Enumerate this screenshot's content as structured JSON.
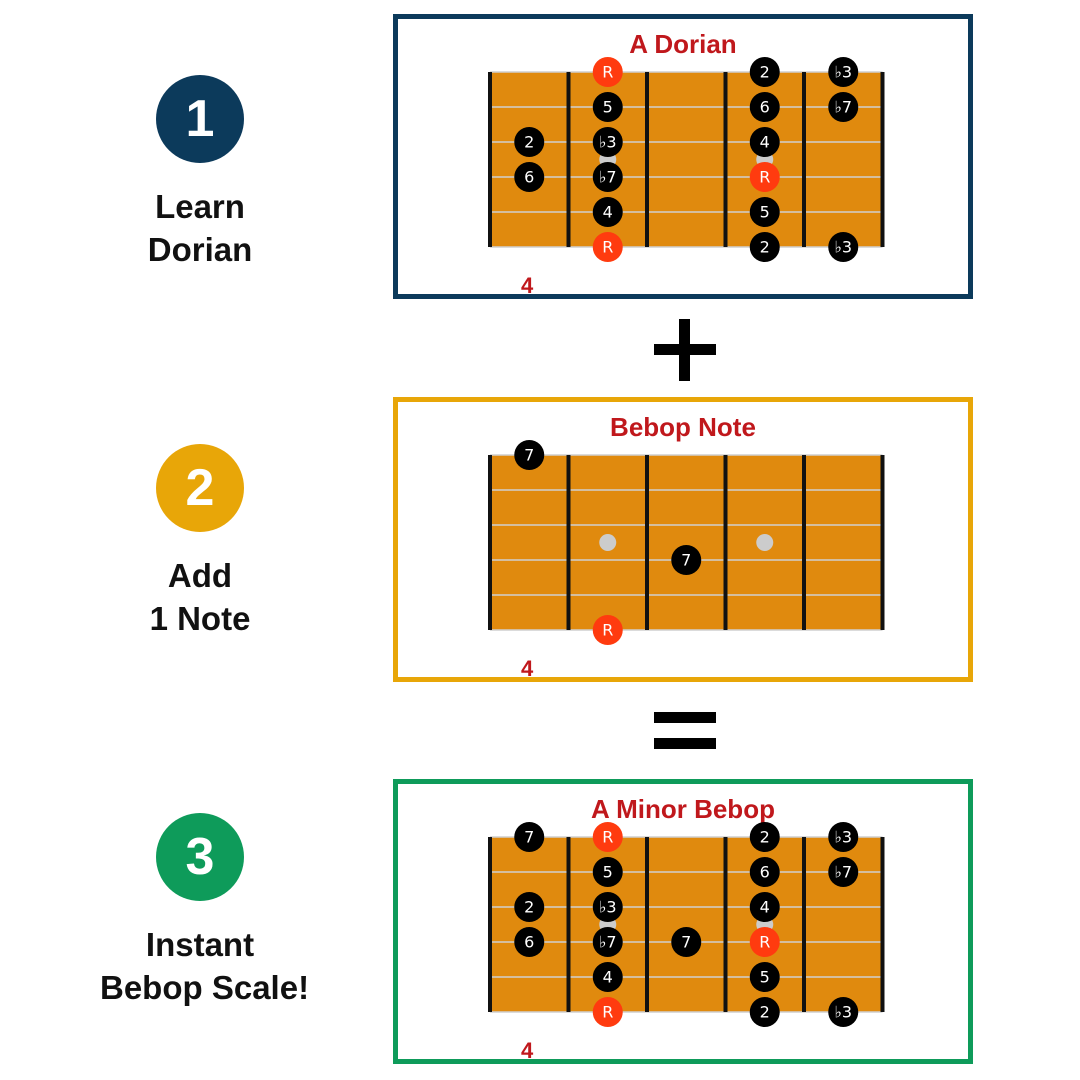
{
  "steps": [
    {
      "number": "1",
      "line1": "Learn",
      "line2": "Dorian",
      "color": "#0c3a5b"
    },
    {
      "number": "2",
      "line1": "Add",
      "line2": "1 Note",
      "color": "#e8a608"
    },
    {
      "number": "3",
      "line1": "Instant",
      "line2": "Bebop Scale!",
      "color": "#0e9b5a"
    }
  ],
  "panels": [
    {
      "title": "A Dorian",
      "border_color": "#0c3a5b",
      "start_fret_label": "4",
      "inlays": [
        [
          2,
          3.5
        ],
        [
          4,
          3.5
        ]
      ],
      "notes": [
        {
          "fret": 2,
          "string": 1,
          "label": "R",
          "root": true
        },
        {
          "fret": 4,
          "string": 1,
          "label": "2"
        },
        {
          "fret": 5,
          "string": 1,
          "label": "♭3"
        },
        {
          "fret": 2,
          "string": 2,
          "label": "5"
        },
        {
          "fret": 4,
          "string": 2,
          "label": "6"
        },
        {
          "fret": 5,
          "string": 2,
          "label": "♭7"
        },
        {
          "fret": 1,
          "string": 3,
          "label": "2"
        },
        {
          "fret": 2,
          "string": 3,
          "label": "♭3"
        },
        {
          "fret": 4,
          "string": 3,
          "label": "4"
        },
        {
          "fret": 1,
          "string": 4,
          "label": "6"
        },
        {
          "fret": 2,
          "string": 4,
          "label": "♭7"
        },
        {
          "fret": 4,
          "string": 4,
          "label": "R",
          "root": true
        },
        {
          "fret": 2,
          "string": 5,
          "label": "4"
        },
        {
          "fret": 4,
          "string": 5,
          "label": "5"
        },
        {
          "fret": 2,
          "string": 6,
          "label": "R",
          "root": true
        },
        {
          "fret": 4,
          "string": 6,
          "label": "2"
        },
        {
          "fret": 5,
          "string": 6,
          "label": "♭3"
        }
      ]
    },
    {
      "title": "Bebop Note",
      "border_color": "#e8a608",
      "start_fret_label": "4",
      "inlays": [
        [
          2,
          3.5
        ],
        [
          4,
          3.5
        ]
      ],
      "notes": [
        {
          "fret": 1,
          "string": 1,
          "label": "7"
        },
        {
          "fret": 3,
          "string": 4,
          "label": "7"
        },
        {
          "fret": 2,
          "string": 6,
          "label": "R",
          "root": true
        }
      ]
    },
    {
      "title": "A Minor Bebop",
      "border_color": "#0e9b5a",
      "start_fret_label": "4",
      "inlays": [
        [
          2,
          3.5
        ],
        [
          4,
          3.5
        ]
      ],
      "notes": [
        {
          "fret": 1,
          "string": 1,
          "label": "7"
        },
        {
          "fret": 2,
          "string": 1,
          "label": "R",
          "root": true
        },
        {
          "fret": 4,
          "string": 1,
          "label": "2"
        },
        {
          "fret": 5,
          "string": 1,
          "label": "♭3"
        },
        {
          "fret": 2,
          "string": 2,
          "label": "5"
        },
        {
          "fret": 4,
          "string": 2,
          "label": "6"
        },
        {
          "fret": 5,
          "string": 2,
          "label": "♭7"
        },
        {
          "fret": 1,
          "string": 3,
          "label": "2"
        },
        {
          "fret": 2,
          "string": 3,
          "label": "♭3"
        },
        {
          "fret": 4,
          "string": 3,
          "label": "4"
        },
        {
          "fret": 1,
          "string": 4,
          "label": "6"
        },
        {
          "fret": 2,
          "string": 4,
          "label": "♭7"
        },
        {
          "fret": 3,
          "string": 4,
          "label": "7"
        },
        {
          "fret": 4,
          "string": 4,
          "label": "R",
          "root": true
        },
        {
          "fret": 2,
          "string": 5,
          "label": "4"
        },
        {
          "fret": 4,
          "string": 5,
          "label": "5"
        },
        {
          "fret": 2,
          "string": 6,
          "label": "R",
          "root": true
        },
        {
          "fret": 4,
          "string": 6,
          "label": "2"
        },
        {
          "fret": 5,
          "string": 6,
          "label": "♭3"
        }
      ]
    }
  ],
  "operators": {
    "plus": "plus-icon",
    "equals": "equals-icon"
  },
  "colors": {
    "fretboard": "#e08a0e",
    "fret_wire": "#111111",
    "string": "#cfcfcf",
    "note_fill": "#000000",
    "root_fill": "#ff3b0f",
    "inlay": "#cccccc",
    "title_red": "#c0181c"
  }
}
